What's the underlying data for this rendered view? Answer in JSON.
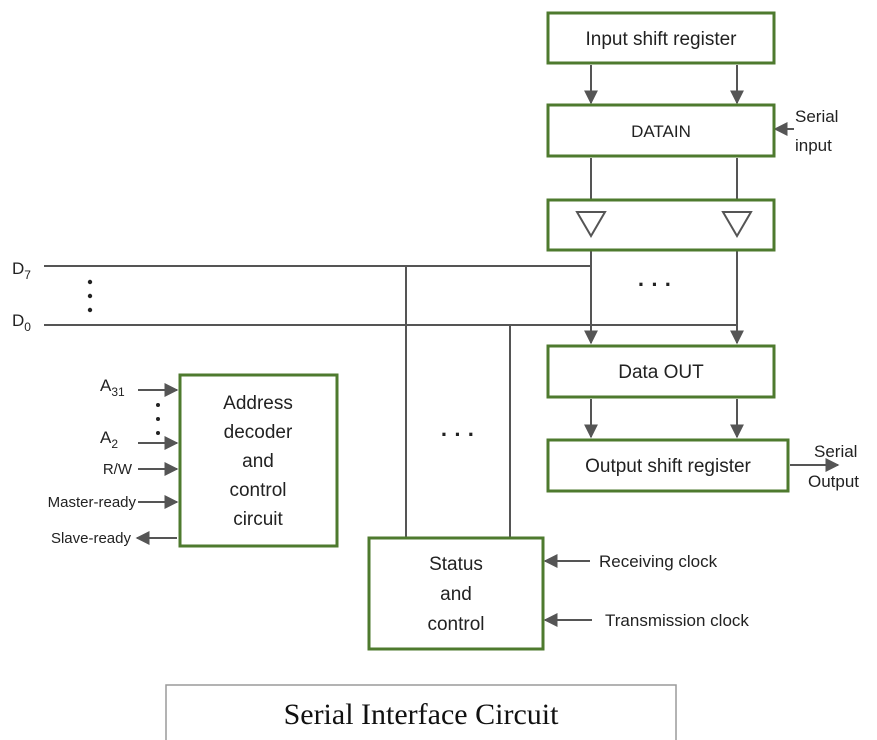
{
  "diagram": {
    "caption": "Serial Interface Circuit",
    "blocks": {
      "input_shift_register": "Input shift register",
      "datain": "DATAIN",
      "data_out": "Data OUT",
      "output_shift_register": "Output shift register",
      "address_decoder": [
        "Address",
        "decoder",
        "and",
        "control",
        "circuit"
      ],
      "status_control": [
        "Status",
        "and",
        "control"
      ]
    },
    "signals": {
      "serial_input": [
        "Serial",
        "input"
      ],
      "serial_output": [
        "Serial",
        "Output"
      ],
      "d7": {
        "base": "D",
        "sub": "7"
      },
      "d0": {
        "base": "D",
        "sub": "0"
      },
      "a31": {
        "base": "A",
        "sub": "31"
      },
      "a2": {
        "base": "A",
        "sub": "2"
      },
      "rw": "R/W",
      "master_ready": "Master-ready",
      "slave_ready": "Slave-ready",
      "receiving_clock": "Receiving clock",
      "transmission_clock": "Transmission clock"
    },
    "ellipsis": "· · ·"
  }
}
